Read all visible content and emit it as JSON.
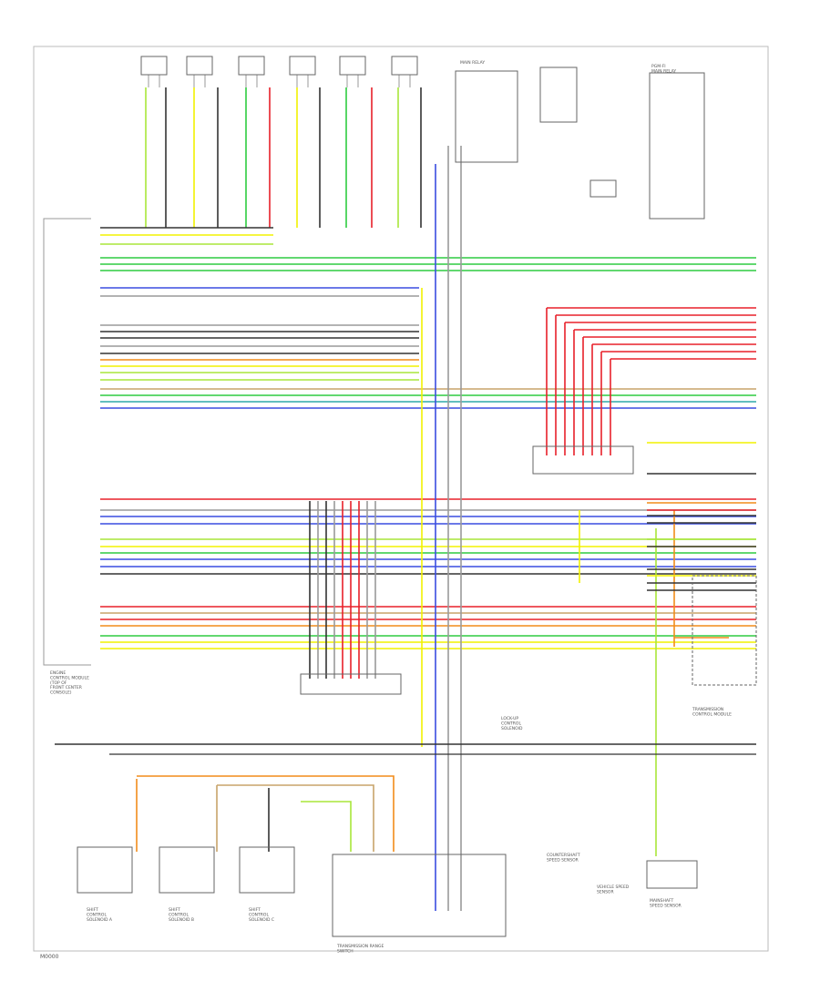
{
  "diagram": {
    "components": {
      "ecm": "ENGINE\nCONTROL MODULE\n(TOP OF\nFRONT CENTER\nCONSOLE)",
      "tcm": "TRANSMISSION\nCONTROL MODULE",
      "mainrelay": "MAIN RELAY",
      "pcm_relay": "PGM-FI\nMAIN RELAY",
      "shift_a": "SHIFT\nCONTROL\nSOLENOID A",
      "shift_b": "SHIFT\nCONTROL\nSOLENOID B",
      "shift_c": "SHIFT\nCONTROL\nSOLENOID C",
      "lockup": "LOCK-UP\nCONTROL\nSOLENOID",
      "trans_range": "TRANSMISSION RANGE\nSWITCH",
      "vss": "VEHICLE SPEED\nSENSOR",
      "counter": "COUNTERSHAFT\nSPEED SENSOR",
      "mainshaft": "MAINSHAFT\nSPEED SENSOR"
    },
    "footer_code": "M0000"
  },
  "colors": {
    "yellow": "#f2f200",
    "green": "#2ecc40",
    "lightgreen": "#a8e63a",
    "red": "#e8202a",
    "blue": "#3a4de0",
    "orange": "#f28c1a",
    "black": "#333333",
    "gray": "#9a9a9a",
    "tan": "#c8a46a",
    "teal": "#2fa8a8"
  }
}
